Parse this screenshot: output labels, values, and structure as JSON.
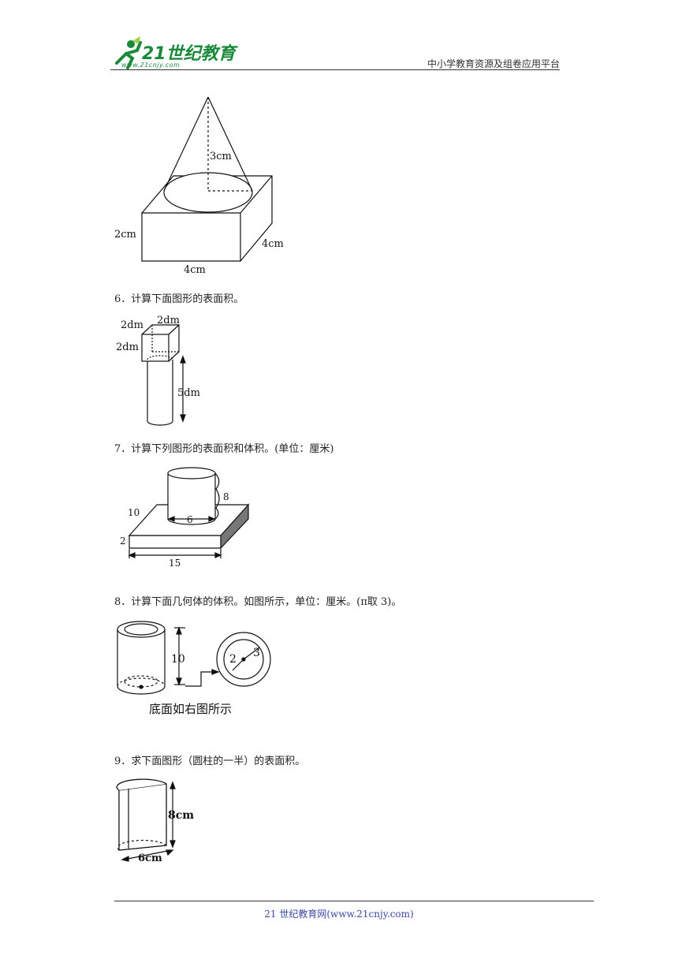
{
  "header": {
    "logo_name": "21世纪教育",
    "logo_url": "www.21cnjy.com",
    "platform": "中小学教育资源及组卷应用平台"
  },
  "fig5": {
    "height": "3cm",
    "side_h": "2cm",
    "depth": "4cm",
    "width": "4cm"
  },
  "q6": {
    "text": "6．计算下面图形的表面积。",
    "a": "2dm",
    "b": "2dm",
    "c": "2dm",
    "h": "5dm"
  },
  "q7": {
    "text": "7．计算下列图形的表面积和体积。(单位：厘米)",
    "h": "8",
    "d": "6",
    "depth": "10",
    "thick": "2",
    "len": "15"
  },
  "q8": {
    "text": "8．计算下面几何体的体积。如图所示，单位：厘米。(π取 3)。",
    "h": "10",
    "r_in": "2",
    "r_out": "3",
    "caption": "底面如右图所示"
  },
  "q9": {
    "text": "9．求下面图形（圆柱的一半）的表面积。",
    "h": "8cm",
    "d": "6cm"
  },
  "footer": {
    "text": "21 世纪教育网(www.21cnjy.com)"
  }
}
